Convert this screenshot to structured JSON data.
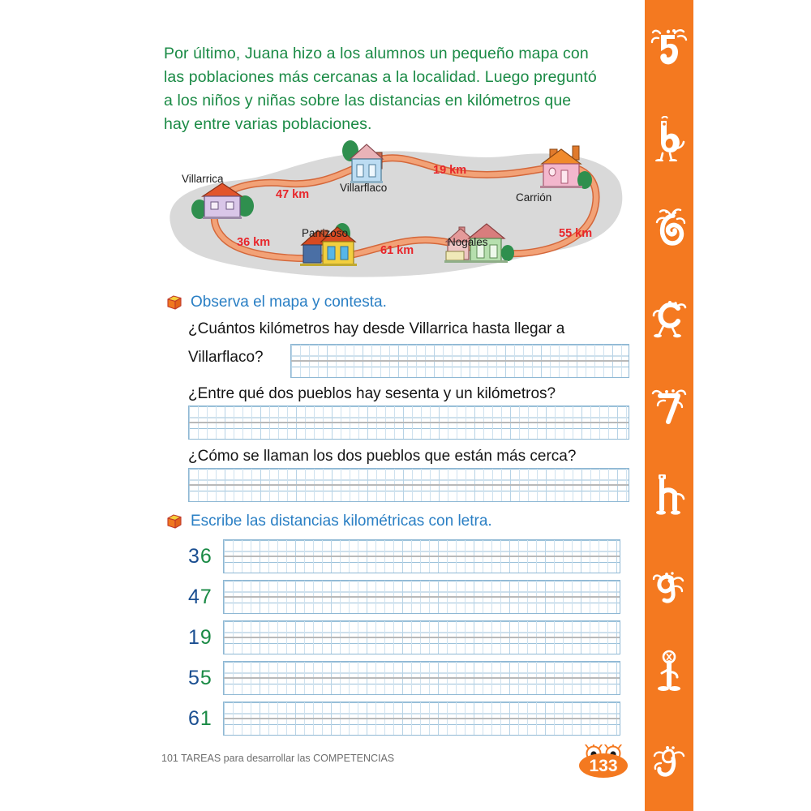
{
  "colors": {
    "green_text": "#1a8a45",
    "blue_heading": "#2a7fc4",
    "km_red": "#e8252a",
    "sidebar_orange": "#f47920",
    "tens_blue": "#1b4f91",
    "units_green": "#1a8a45",
    "grid_blue": "#9cc2da",
    "map_gray": "#d9d9d9",
    "road_orange": "#f2a277"
  },
  "intro": {
    "lines": [
      "Por último, Juana hizo a los alumnos un pequeño mapa con",
      "las poblaciones más cercanas a la localidad. Luego preguntó",
      "a los niños y niñas sobre las distancias en kilómetros que",
      "hay entre varias poblaciones."
    ]
  },
  "map": {
    "towns": [
      {
        "name": "Villarrica",
        "icon": "house-icon"
      },
      {
        "name": "Villarflaco",
        "icon": "house-icon"
      },
      {
        "name": "Carrión",
        "icon": "house-icon"
      },
      {
        "name": "Parrizoso",
        "icon": "house-icon"
      },
      {
        "name": "Nogales",
        "icon": "house-icon"
      }
    ],
    "distances": [
      {
        "label": "47 km",
        "from": "Villarrica",
        "to": "Villarflaco",
        "km": 47
      },
      {
        "label": "19 km",
        "from": "Villarflaco",
        "to": "Carrión",
        "km": 19
      },
      {
        "label": "55 km",
        "from": "Carrión",
        "to": "Nogales",
        "km": 55
      },
      {
        "label": "61 km",
        "from": "Nogales",
        "to": "Parrizoso",
        "km": 61
      },
      {
        "label": "36 km",
        "from": "Parrizoso",
        "to": "Villarrica",
        "km": 36
      }
    ]
  },
  "exercise1": {
    "icon": "orange-cube-icon",
    "heading": "Observa el mapa y contesta.",
    "questions": [
      {
        "line1": "¿Cuántos kilómetros hay desde Villarrica hasta llegar a",
        "line2": "Villarflaco?"
      },
      {
        "line1": "¿Entre qué dos pueblos hay sesenta y un kilómetros?",
        "line2": ""
      },
      {
        "line1": "¿Cómo se llaman los dos pueblos que están más cerca?",
        "line2": ""
      }
    ]
  },
  "exercise2": {
    "icon": "orange-cube-icon",
    "heading": "Escribe las distancias kilométricas con letra.",
    "rows": [
      {
        "number": "36",
        "tens": "3",
        "units": "6"
      },
      {
        "number": "47",
        "tens": "4",
        "units": "7"
      },
      {
        "number": "19",
        "tens": "1",
        "units": "9"
      },
      {
        "number": "55",
        "tens": "5",
        "units": "5"
      },
      {
        "number": "61",
        "tens": "6",
        "units": "1"
      }
    ]
  },
  "footer": {
    "text": "101 TAREAS para desarrollar las COMPETENCIAS",
    "page_number": "133"
  },
  "sidebar": {
    "icons": [
      "creature-five-icon",
      "creature-b-icon",
      "creature-six-icon",
      "creature-c-icon",
      "creature-seven-icon",
      "creature-h-icon",
      "creature-g-icon",
      "creature-one-icon",
      "creature-nine-icon"
    ]
  }
}
